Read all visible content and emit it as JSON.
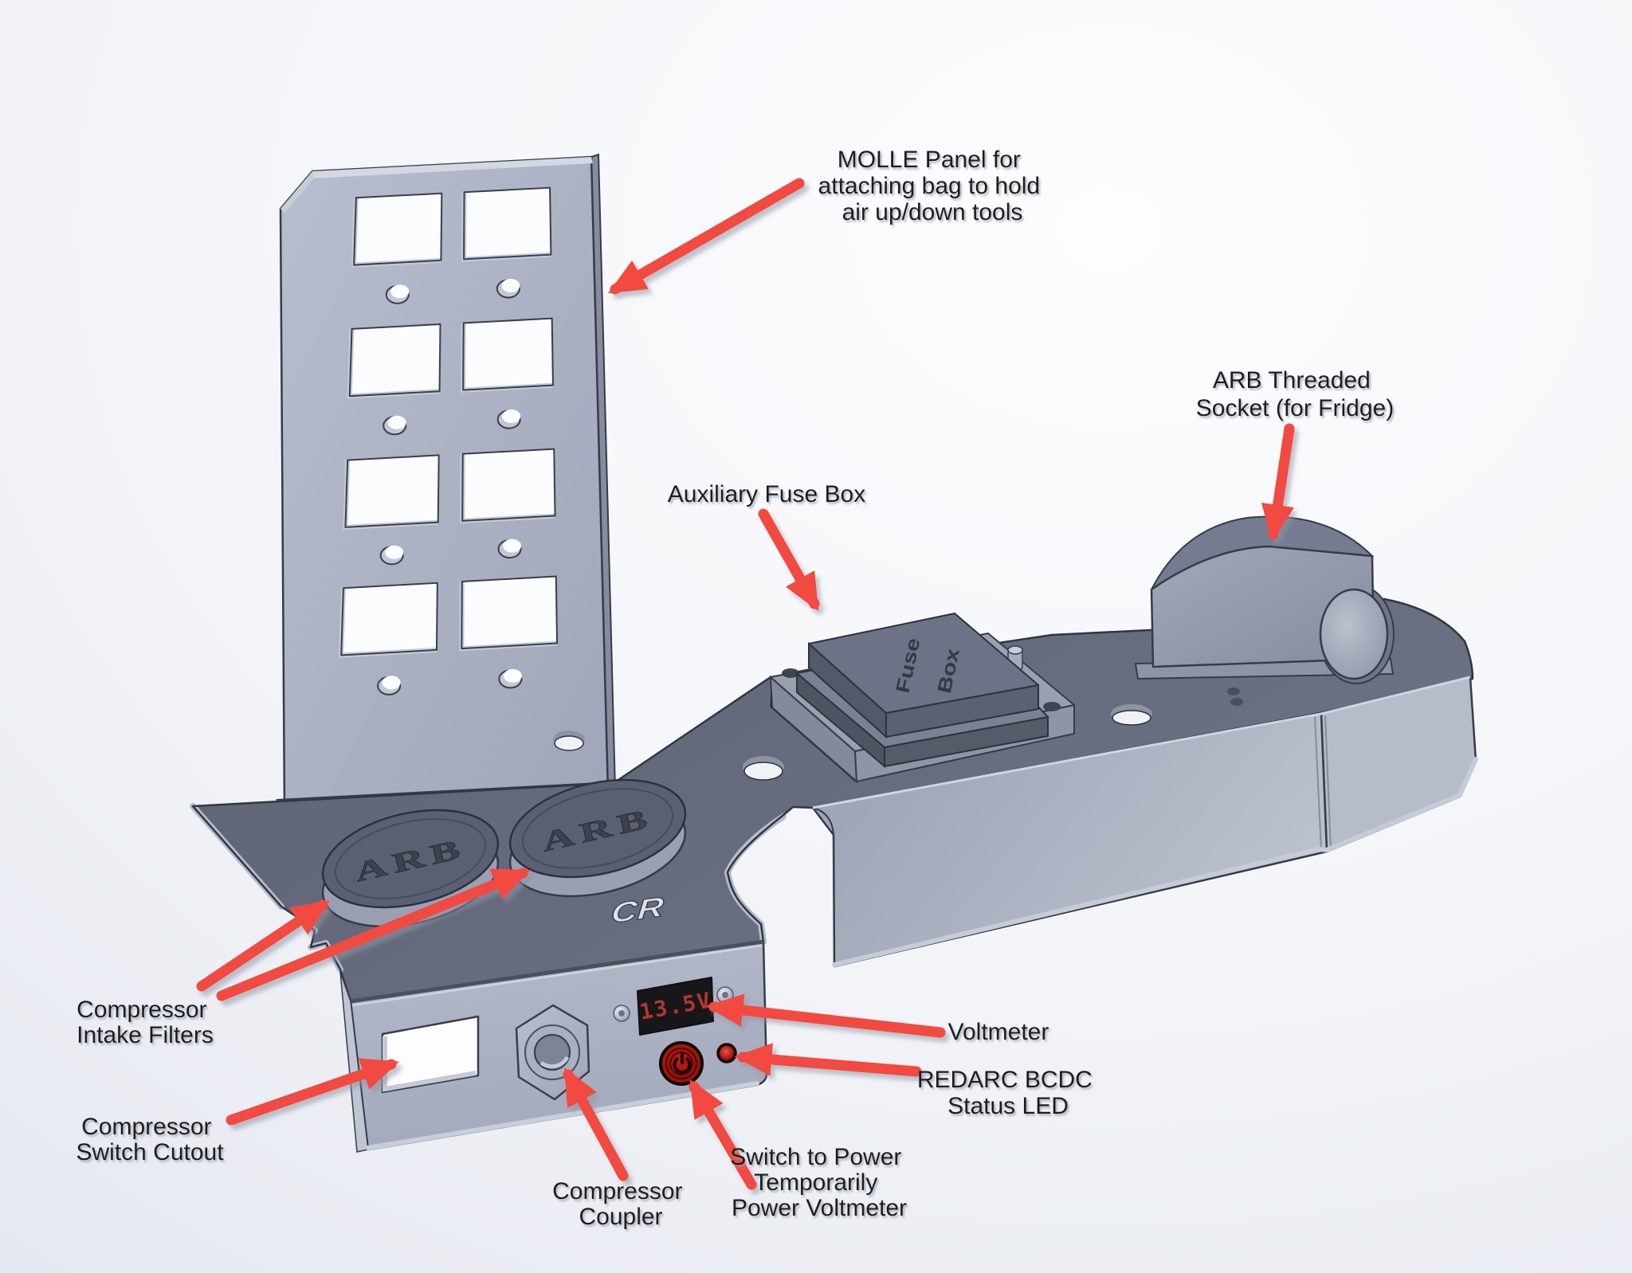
{
  "labels": {
    "molle": {
      "lines": [
        "MOLLE Panel for",
        "attaching bag to hold",
        "air up/down tools"
      ]
    },
    "arb_socket": {
      "lines": [
        "ARB Threaded",
        "Socket (for Fridge)"
      ]
    },
    "aux_fuse": {
      "lines": [
        "Auxiliary Fuse Box"
      ]
    },
    "voltmeter": {
      "lines": [
        "Voltmeter"
      ]
    },
    "redarc": {
      "lines": [
        "REDARC BCDC",
        "Status LED"
      ]
    },
    "switch_power": {
      "lines": [
        "Switch to Power",
        "Temporarily",
        "Power Voltmeter"
      ]
    },
    "coupler": {
      "lines": [
        "Compressor",
        "Coupler"
      ]
    },
    "switch_cutout": {
      "lines": [
        "Compressor",
        "Switch Cutout"
      ]
    },
    "intake_filters": {
      "lines": [
        "Compressor",
        "Intake Filters"
      ]
    }
  },
  "model": {
    "filter_cap_text": "ARB",
    "fuse_box_text": {
      "line1": "Fuse",
      "line2": "Box"
    },
    "voltmeter_reading": "13.5V",
    "logo_text": "CR"
  },
  "colors": {
    "arrow": "#f24840",
    "label_text": "#1a1a1a",
    "plate_dark": "#646a7c",
    "panel_light": "#aab0c2",
    "display_bg": "#17171a",
    "display_text": "#c23a30",
    "button_red": "#a3150c",
    "led_red": "#c33a30",
    "background": "#eef0f5"
  }
}
